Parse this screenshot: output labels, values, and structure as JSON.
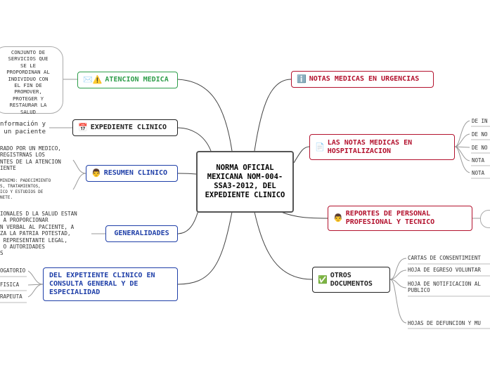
{
  "center": "NORMA OFICIAL MEXICANA NOM-004-SSA3-2012, DEL EXPEDIENTE CLINICO",
  "left": {
    "atencion": {
      "label": "ATENCION MEDICA",
      "icons": "✉️⚠️",
      "note": "CONJUNTO DE\nSERVICIOS QUE\nSE LE\nPROPORDINAN AL\nINDIVIDUO CON\nEL FIN DE\nPROMOVER,\nPROTEGER Y\nRESTAURAR LA\nSALUD"
    },
    "expediente": {
      "label": "EXPEDIENTE CLINICO",
      "icon": "📅",
      "note": "nformación y\n un paciente"
    },
    "resumen": {
      "label": "RESUMEN CLINICO",
      "icon": "👨",
      "note": "RADO POR UN MEDICO,\nREGISTRNAS LOS\nNTES DE LA ATENCION\nIENTE",
      "subnote": "MINIMO: PADECIMIENTO\nS, TRATAMIENTOS,\nICO Y ESTUDIOS DE\nNETE."
    },
    "generalidades": {
      "label": "GENERALIDADES",
      "note": "IONALES D LA SALUD ESTAN\n A PROPORCIONAR\nN VERBAL AL PACIENTE, A\nZA LA PATRIA POTESTAD,\n REPRESENTANTE LEGAL,\n O AUTORIDADES\nS"
    },
    "consulta": {
      "label": "DEL EXPETIENTE CLINICO EN CONSULTA GENERAL Y DE ESPECIALIDAD",
      "leaves": [
        "OGATORIO",
        " FISICA",
        "RAPEUTA"
      ]
    }
  },
  "right": {
    "urgencias": {
      "label": "NOTAS MEDICAS EN URGENCIAS",
      "icon": "ℹ️"
    },
    "hospitalizacion": {
      "label": "LAS NOTAS MEDICAS EN HOSPITALIZACION",
      "icon": "📄",
      "leaves": [
        "DE IN",
        "DE NO",
        "DE NO",
        "NOTA",
        "NOTA"
      ]
    },
    "reportes": {
      "label": "REPORTES DE PERSONAL PROFESIONAL Y TECNICO",
      "icon": "👨"
    },
    "otros": {
      "label": "OTROS DOCUMENTOS",
      "icon": "✅",
      "leaves": [
        "CARTAS DE CONSENTIMIENT",
        "HOJA DE EGRESO VOLUNTAR",
        "HOJA DE NOTIFICACION AL\nPUBLICO",
        "HOJAS DE DEFUNCION Y MU"
      ]
    }
  },
  "colors": {
    "green": "#2e9e4a",
    "black": "#222222",
    "blue": "#1f3fa8",
    "red": "#b3122e",
    "grey": "#888888"
  }
}
